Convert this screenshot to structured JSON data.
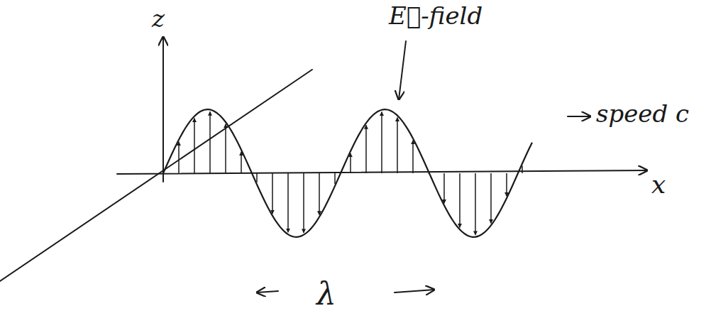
{
  "diagram": {
    "labels": [
      "z",
      "E⃗-field",
      "speed c",
      "x",
      "λ"
    ]
  }
}
